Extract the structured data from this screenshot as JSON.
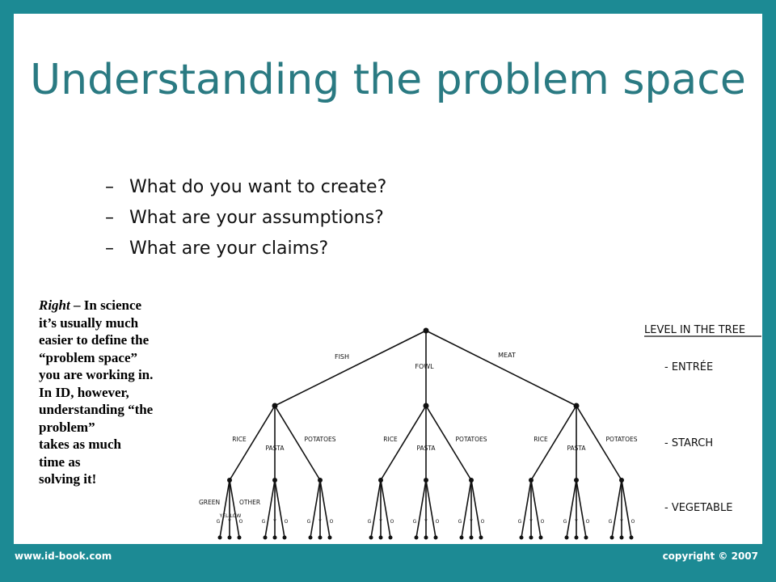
{
  "slide": {
    "title": "Understanding the problem space",
    "bullets": [
      "What do you want to create?",
      "What are your assumptions?",
      "What are your claims?"
    ],
    "bullet_marker": "–"
  },
  "caption": {
    "lead": "Right",
    "lines": [
      " – In science",
      "it’s usually much",
      "easier to define the",
      "“problem space”",
      "you are working in.",
      "In ID, however,",
      "understanding “the",
      "problem”",
      "takes as much",
      "time as",
      "solving it!"
    ]
  },
  "tree": {
    "root_branches": [
      "FISH",
      "FOWL",
      "MEAT"
    ],
    "starch_labels": [
      "RICE",
      "PASTA",
      "POTATOES"
    ],
    "veg_labels": [
      "GREEN",
      "OTHER",
      "YEL-LOW"
    ],
    "leaf_letters": [
      "G",
      "Y",
      "O"
    ],
    "legend_title": "LEVEL IN THE TREE",
    "levels": [
      "- ENTRÉE",
      "- STARCH",
      "- VEGETABLE"
    ]
  },
  "footer": {
    "left": "www.id-book.com",
    "right": "copyright © 2007"
  },
  "colors": {
    "frame": "#1c8a94",
    "title": "#2a7a82",
    "background": "#ffffff"
  }
}
